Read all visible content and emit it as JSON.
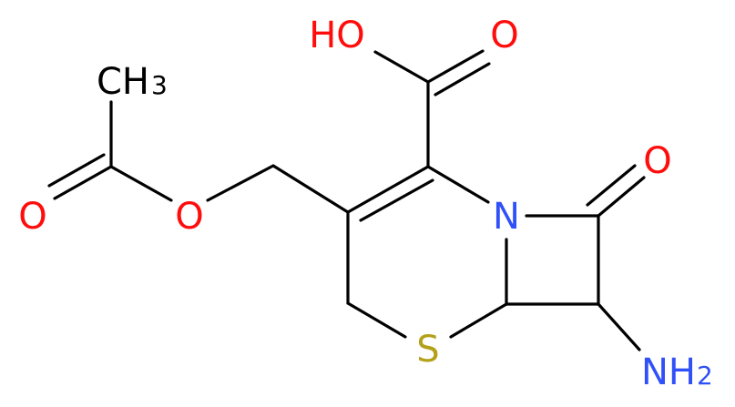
{
  "molecule": {
    "colors": {
      "bond": "#000000",
      "oxygen": "#ff0d0d",
      "nitrogen": "#3050f8",
      "sulfur": "#b5a01a"
    },
    "labels": {
      "carboxyl_oh": "HO",
      "carboxyl_o": "O",
      "ketone_o": "O",
      "ring_n": "N",
      "ring_s": "S",
      "amino": "NH",
      "amino_sub": "2",
      "ester_o": "O",
      "carbonyl_o": "O",
      "methyl": "CH",
      "methyl_sub": "3"
    }
  }
}
